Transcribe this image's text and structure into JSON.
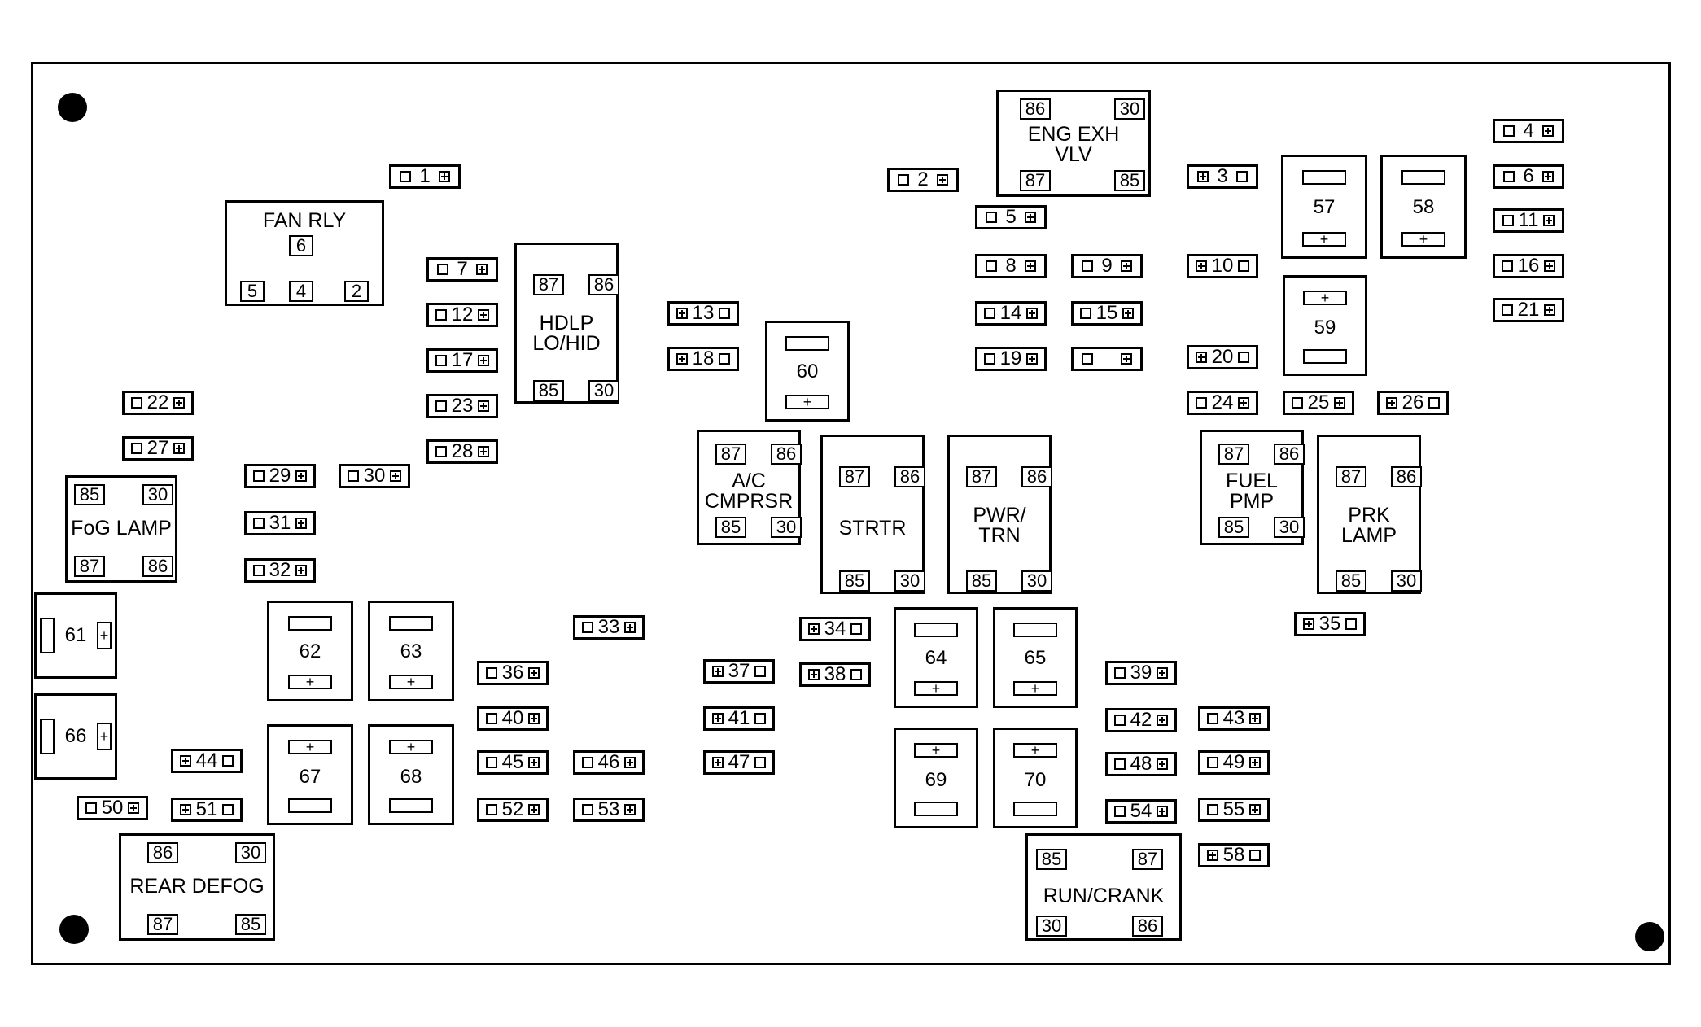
{
  "colors": {
    "line": "#000000",
    "background": "#ffffff"
  },
  "fuses": [
    {
      "number": "1"
    },
    {
      "number": "2"
    },
    {
      "number": "3"
    },
    {
      "number": "4"
    },
    {
      "number": "5"
    },
    {
      "number": "6"
    },
    {
      "number": "7"
    },
    {
      "number": "8"
    },
    {
      "number": "9"
    },
    {
      "number": "10"
    },
    {
      "number": "11"
    },
    {
      "number": "12"
    },
    {
      "number": "13"
    },
    {
      "number": "14"
    },
    {
      "number": "15"
    },
    {
      "number": "16"
    },
    {
      "number": "17"
    },
    {
      "number": "18"
    },
    {
      "number": "19"
    },
    {
      "number": ""
    },
    {
      "number": "20"
    },
    {
      "number": "21"
    },
    {
      "number": "22"
    },
    {
      "number": "23"
    },
    {
      "number": "24"
    },
    {
      "number": "25"
    },
    {
      "number": "26"
    },
    {
      "number": "27"
    },
    {
      "number": "28"
    },
    {
      "number": "29"
    },
    {
      "number": "30"
    },
    {
      "number": "31"
    },
    {
      "number": "32"
    },
    {
      "number": "33"
    },
    {
      "number": "34"
    },
    {
      "number": "35"
    },
    {
      "number": "36"
    },
    {
      "number": "37"
    },
    {
      "number": "38"
    },
    {
      "number": "39"
    },
    {
      "number": "40"
    },
    {
      "number": "41"
    },
    {
      "number": "42"
    },
    {
      "number": "43"
    },
    {
      "number": "44"
    },
    {
      "number": "45"
    },
    {
      "number": "46"
    },
    {
      "number": "47"
    },
    {
      "number": "48"
    },
    {
      "number": "49"
    },
    {
      "number": "50"
    },
    {
      "number": "51"
    },
    {
      "number": "52"
    },
    {
      "number": "53"
    },
    {
      "number": "54"
    },
    {
      "number": "55"
    },
    {
      "number": "58"
    }
  ],
  "relays": [
    {
      "name": "FAN RLY",
      "pins": [
        "6",
        "5",
        "4",
        "2"
      ]
    },
    {
      "name": "HDLP\nLO/HID",
      "pins": [
        "87",
        "86",
        "85",
        "30"
      ]
    },
    {
      "name": "ENG EXH\nVLV",
      "pins": [
        "86",
        "30",
        "87",
        "85"
      ]
    },
    {
      "name": "A/C\nCMPRSR",
      "pins": [
        "87",
        "86",
        "85",
        "30"
      ]
    },
    {
      "name": "STRTR",
      "pins": [
        "87",
        "86",
        "85",
        "30"
      ]
    },
    {
      "name": "PWR/\nTRN",
      "pins": [
        "87",
        "86",
        "85",
        "30"
      ]
    },
    {
      "name": "FUEL\nPMP",
      "pins": [
        "87",
        "86",
        "85",
        "30"
      ]
    },
    {
      "name": "PRK\nLAMP",
      "pins": [
        "87",
        "86",
        "85",
        "30"
      ]
    },
    {
      "name": "FoG LAMP",
      "pins": [
        "85",
        "30",
        "87",
        "86"
      ]
    },
    {
      "name": "REAR DEFOG",
      "pins": [
        "86",
        "30",
        "87",
        "85"
      ]
    },
    {
      "name": "RUN/CRANK",
      "pins": [
        "85",
        "87",
        "30",
        "86"
      ]
    }
  ],
  "maxi_fuses": [
    {
      "number": "57"
    },
    {
      "number": "58"
    },
    {
      "number": "59"
    },
    {
      "number": "60"
    },
    {
      "number": "61"
    },
    {
      "number": "62"
    },
    {
      "number": "63"
    },
    {
      "number": "64"
    },
    {
      "number": "65"
    },
    {
      "number": "66"
    },
    {
      "number": "67"
    },
    {
      "number": "68"
    },
    {
      "number": "69"
    },
    {
      "number": "70"
    }
  ]
}
